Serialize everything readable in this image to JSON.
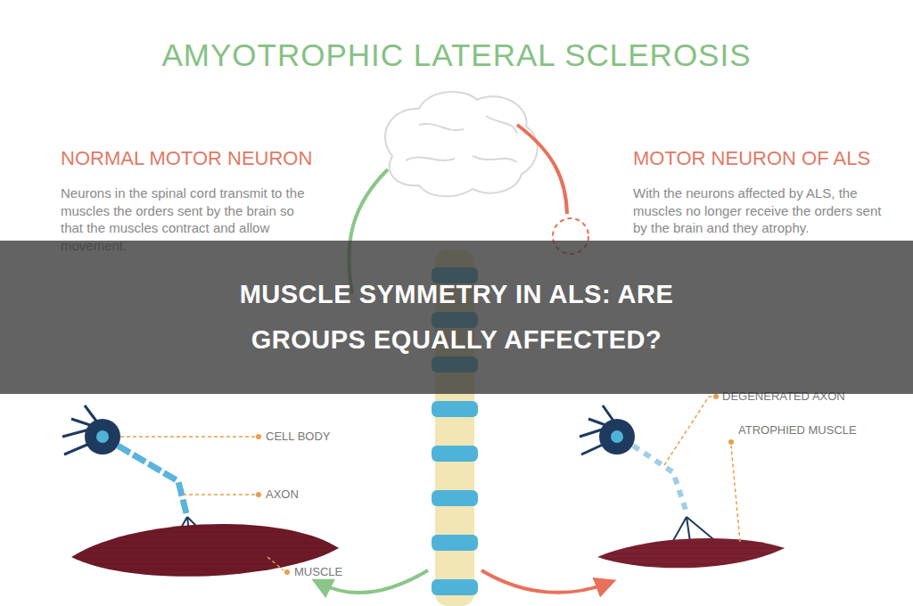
{
  "diagram": {
    "title": "AMYOTROPHIC LATERAL SCLEROSIS",
    "nodes": [
      {
        "text": [
          "MUSCLE SYMMETRY IN ALS: ARE GROUPS EQUALLY AFFECTED?"
        ]
      }
    ],
    "labels": [
      "NORMAL MOTOR NEURON",
      "Neurons in the spinal cord transmit to the muscles the orders sent by the brain so that the muscles contract and allow movement.",
      "MOTOR NEURON OF ALS",
      "With the neurons affected by ALS, the muscles no longer receive the orders sent by the brain and they atrophy.",
      "CELL BODY",
      "AXON",
      "MUSCLE",
      "DEGENERATED AXON",
      "ATROPHIED MUSCLE"
    ]
  }
}
